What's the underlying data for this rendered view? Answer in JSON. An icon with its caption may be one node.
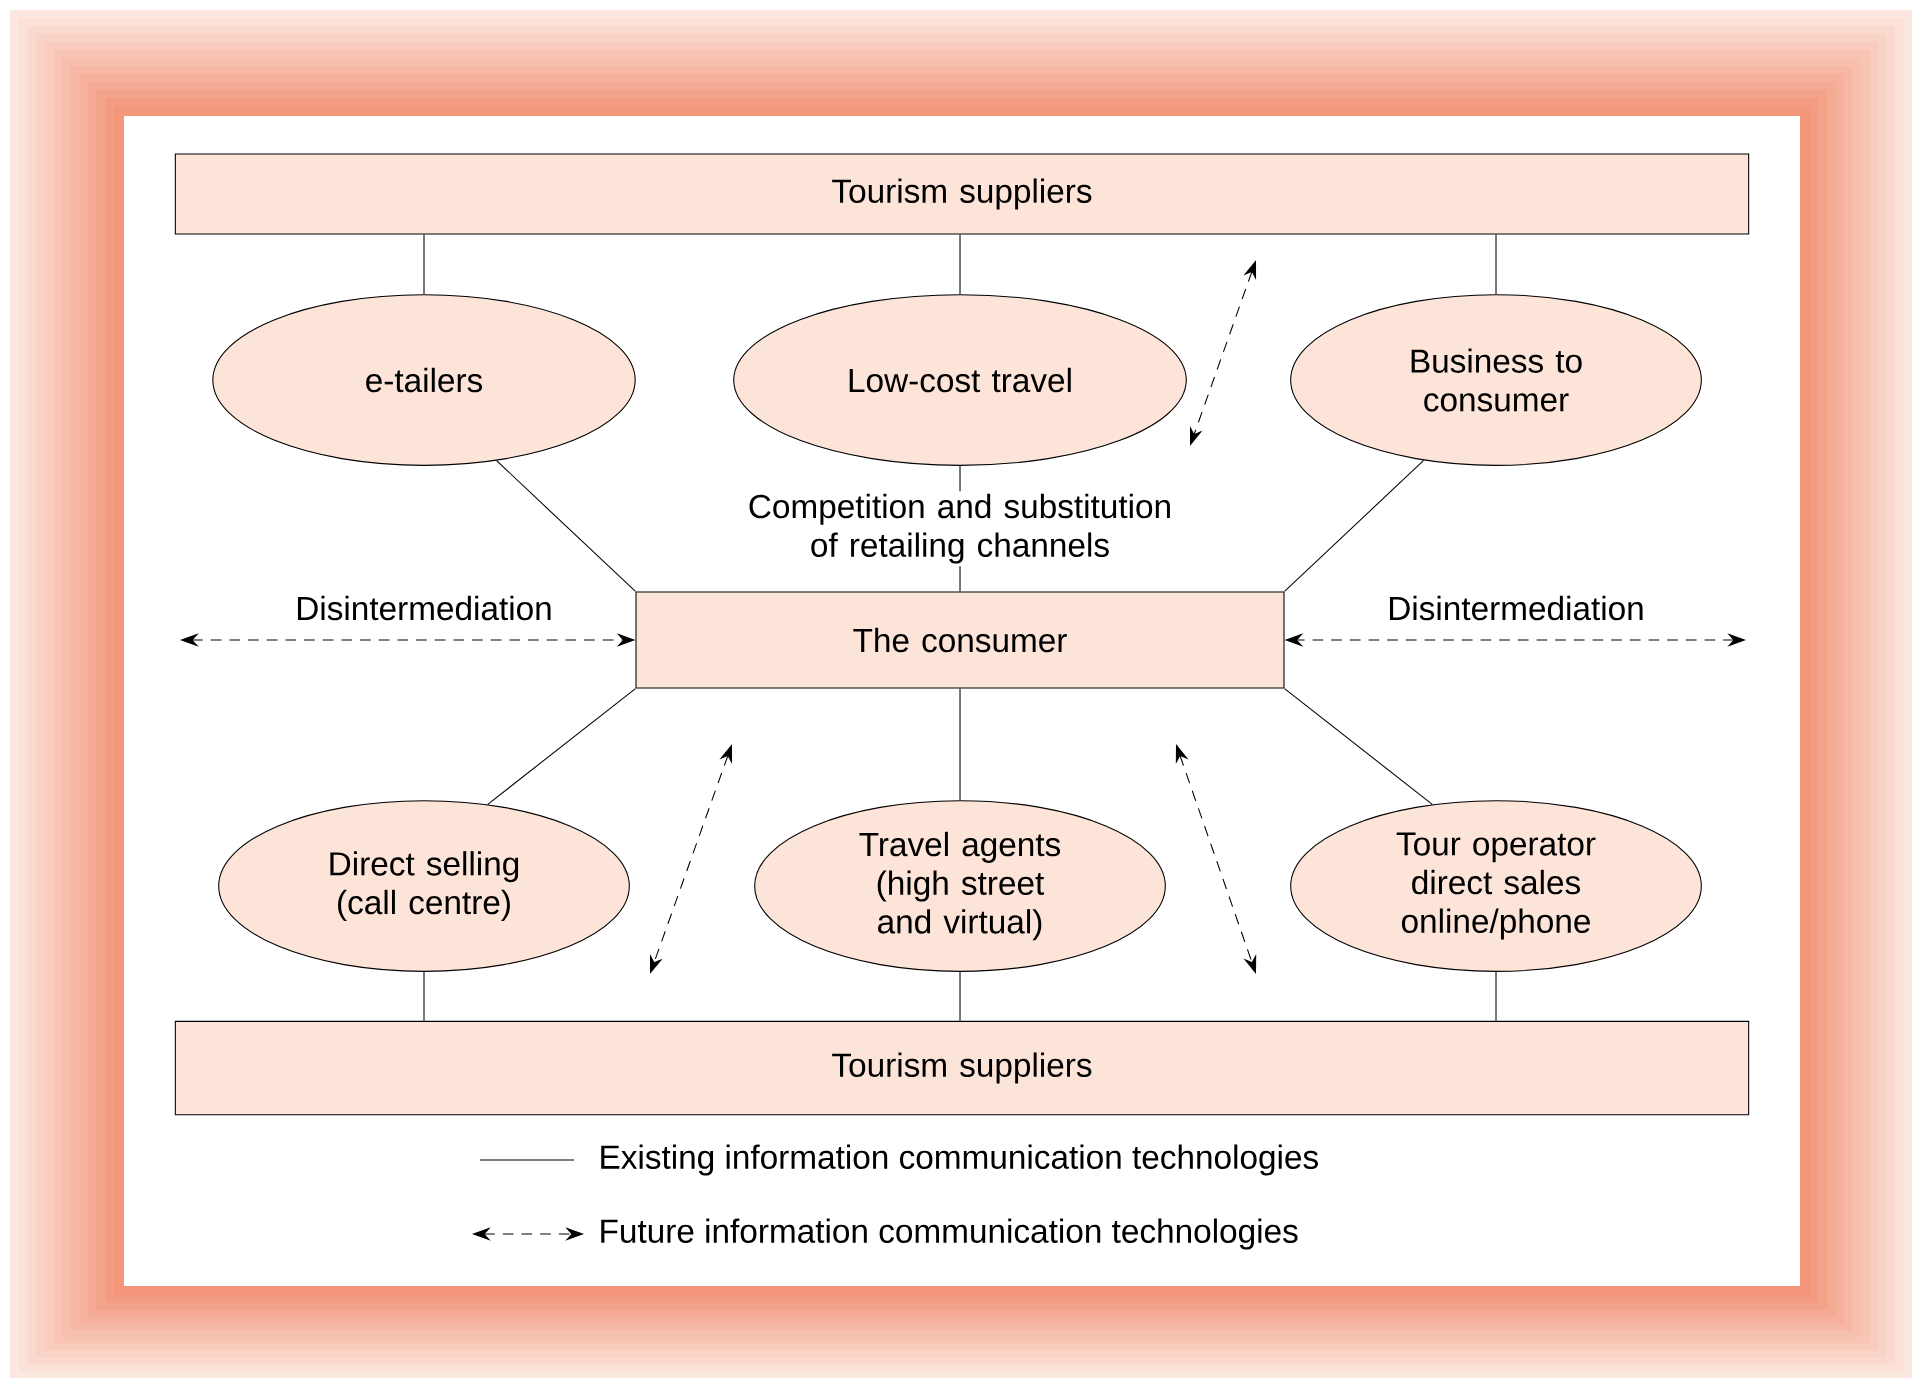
{
  "diagram": {
    "nodes": [
      {
        "text": [
          "Tourism suppliers"
        ]
      },
      {
        "text": [
          "e-tailers"
        ]
      },
      {
        "text": [
          "Low-cost travel"
        ]
      },
      {
        "text": [
          "Business to consumer"
        ]
      },
      {
        "text": [
          "The consumer"
        ]
      },
      {
        "text": [
          "Direct selling (call centre)"
        ]
      },
      {
        "text": [
          "Travel agents (high street and virtual)"
        ]
      },
      {
        "text": [
          "Tour operator direct sales online/phone"
        ]
      },
      {
        "text": [
          "Tourism suppliers"
        ]
      }
    ],
    "edges": [
      {
        "from": 0,
        "to": 1,
        "arrow": "none"
      },
      {
        "from": 0,
        "to": 2,
        "arrow": "none"
      },
      {
        "from": 0,
        "to": 3,
        "arrow": "none"
      },
      {
        "from": 1,
        "to": 4,
        "arrow": "none"
      },
      {
        "from": 2,
        "to": 4,
        "arrow": "none",
        "label": "Competition and substitution of retailing channels"
      },
      {
        "from": 3,
        "to": 4,
        "arrow": "none"
      },
      {
        "from": 4,
        "to": 5,
        "arrow": "none"
      },
      {
        "from": 4,
        "to": 6,
        "arrow": "none"
      },
      {
        "from": 4,
        "to": 7,
        "arrow": "none"
      },
      {
        "from": 5,
        "to": 8,
        "arrow": "none"
      },
      {
        "from": 6,
        "to": 8,
        "arrow": "none"
      },
      {
        "from": 7,
        "to": 8,
        "arrow": "none"
      },
      {
        "from": null,
        "to": 4,
        "arrow": "both",
        "style": "dashed",
        "label": "Disintermediation"
      },
      {
        "from": null,
        "to": 4,
        "arrow": "both",
        "style": "dashed",
        "label": "Disintermediation"
      }
    ],
    "legend": [
      {
        "text": "Existing information communication technologies"
      },
      {
        "text": "Future information communication technologies"
      }
    ]
  }
}
